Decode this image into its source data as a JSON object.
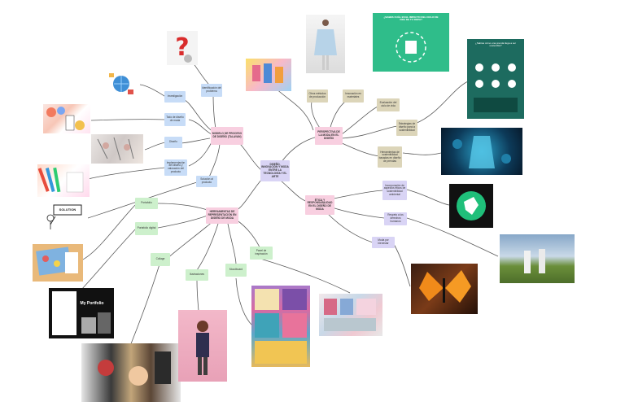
{
  "center": {
    "text": "DISEÑO, INNOVACIÓN Y MODA ENTRE LA TECNOLOGÍA Y EL ARTE"
  },
  "branch_modelo": {
    "text": "MODELO DE PROCESO DE DISEÑO (TALAVAN)"
  },
  "branch_perspectiva": {
    "text": "PERSPECTIVA DE LA MODA EN EL DISEÑO"
  },
  "branch_etica": {
    "text": "ÉTICA Y RESPONSABILIDAD EN EL DISEÑO DE MODA"
  },
  "branch_herramientas": {
    "text": "HERRAMIENTAS DE REPRESENTACIÓN EN DISEÑO DE MODA"
  },
  "modelo_items": [
    {
      "text": "Investigación"
    },
    {
      "text": "Identificación del problema"
    },
    {
      "text": "Todo de diseño de moda"
    },
    {
      "text": "Diseño"
    },
    {
      "text": "Implementación del diseño y valoración del producto"
    },
    {
      "text": "Solución al producto"
    }
  ],
  "perspectiva_items": [
    {
      "text": "Otros métodos de producción"
    },
    {
      "text": "Innovación en materiales"
    },
    {
      "text": "Evaluación del ciclo de vida"
    },
    {
      "text": "Estrategias de diseño para la sostenibilidad"
    },
    {
      "text": "Herramientas de sostenibilidad basadas en diseño de prendas"
    }
  ],
  "etica_items": [
    {
      "text": "Incorporación de aspectos éticos de sostenibilidad ambiental"
    },
    {
      "text": "Respeto a los derechos humanos"
    },
    {
      "text": "Moda por bienestar"
    }
  ],
  "herramientas_items": [
    {
      "text": "Portafolio"
    },
    {
      "text": "Portafolio digital"
    },
    {
      "text": "Collage"
    },
    {
      "text": "Ilustraciones"
    },
    {
      "text": "Moodboard"
    },
    {
      "text": "Panel de inspiración"
    }
  ],
  "figures": {
    "portfolio_title": "My Portfolio",
    "solution_sign": "SOLUTION",
    "infographic_title": "¿SABES CUÁL ES EL IMPACTO DEL CICLO DE VIDA DE TU ROPA?",
    "sustain_title": "¿Sabías cómo una prenda llega a ser sostenible?"
  },
  "colors": {
    "pink": "#f8cfe0",
    "blue": "#c7dcf7",
    "green": "#cdf0cc",
    "tan": "#dcd5b9",
    "lavender": "#d9d4f5"
  }
}
